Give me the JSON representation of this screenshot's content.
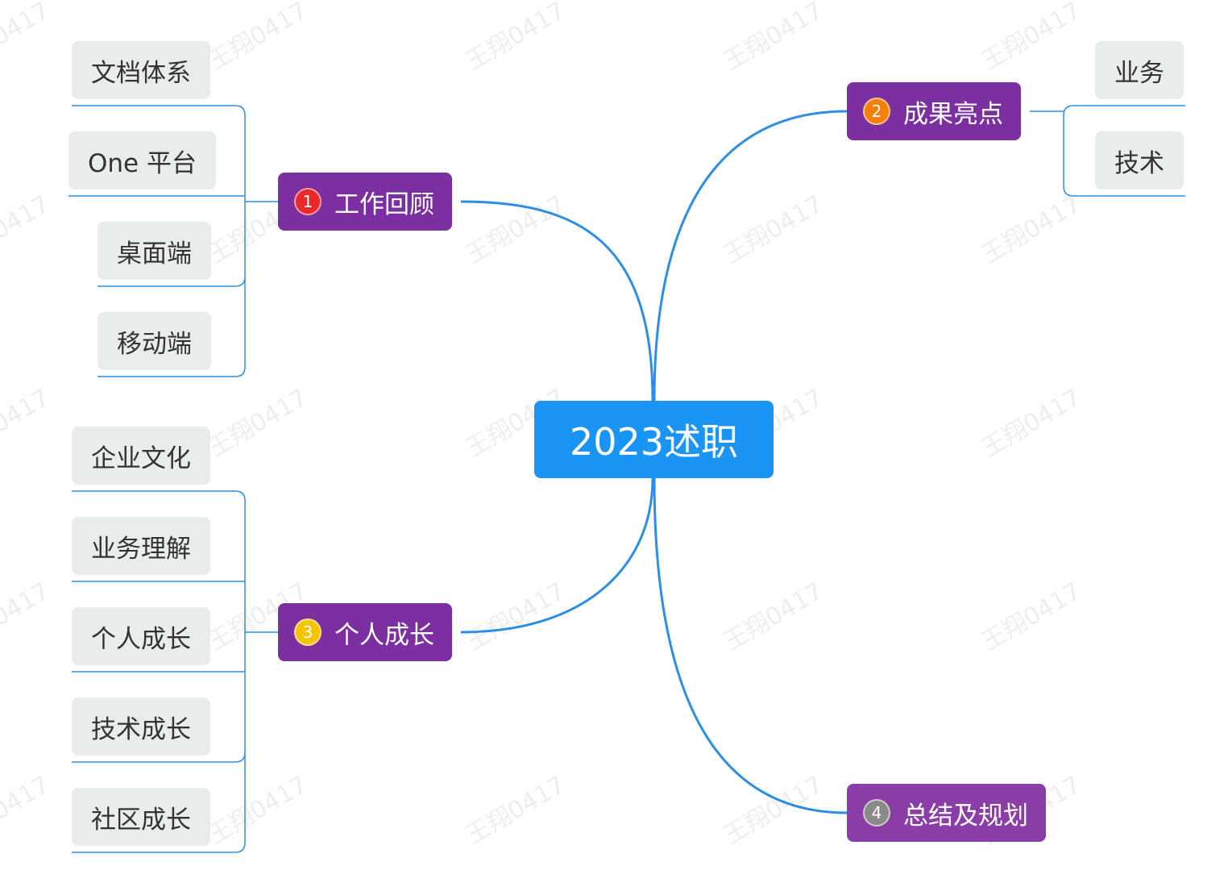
{
  "root": {
    "label": "2023述职"
  },
  "colors": {
    "root_bg": "#1a95f5",
    "branch_bg": "#7b2fa0",
    "leaf_bg": "#e9eced",
    "line": "#2b8fe8"
  },
  "branches": [
    {
      "number": "1",
      "label": "工作回顾",
      "badge_color": "#e8282a",
      "children": [
        "文档体系",
        "One 平台",
        "桌面端",
        "移动端"
      ]
    },
    {
      "number": "2",
      "label": "成果亮点",
      "badge_color": "#f57f0b",
      "children": [
        "业务",
        "技术"
      ]
    },
    {
      "number": "3",
      "label": "个人成长",
      "badge_color": "#f5c400",
      "children": [
        "企业文化",
        "业务理解",
        "个人成长",
        "技术成长",
        "社区成长"
      ]
    },
    {
      "number": "4",
      "label": "总结及规划",
      "badge_color": "#8a8a8a",
      "children": []
    }
  ],
  "watermark": "王翔0417"
}
